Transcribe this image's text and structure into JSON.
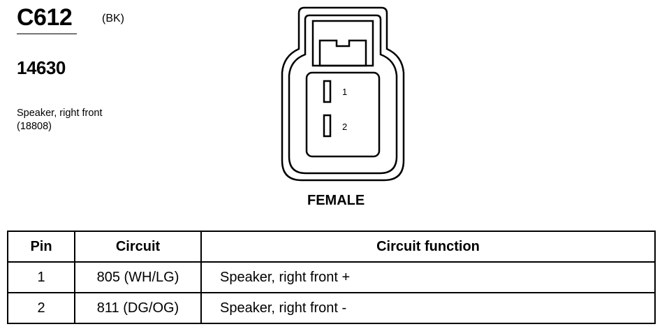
{
  "connector": {
    "id": "C612",
    "color": "(BK)",
    "part_number": "14630",
    "description": [
      "Speaker, right front",
      "(18808)"
    ]
  },
  "diagram": {
    "pin_labels": [
      "1",
      "2"
    ],
    "gender": "FEMALE"
  },
  "table": {
    "headers": {
      "pin": "Pin",
      "circuit": "Circuit",
      "function": "Circuit function"
    },
    "rows": [
      {
        "pin": "1",
        "circuit": "805 (WH/LG)",
        "function": "Speaker, right front +"
      },
      {
        "pin": "2",
        "circuit": "811 (DG/OG)",
        "function": "Speaker, right front -"
      }
    ]
  }
}
